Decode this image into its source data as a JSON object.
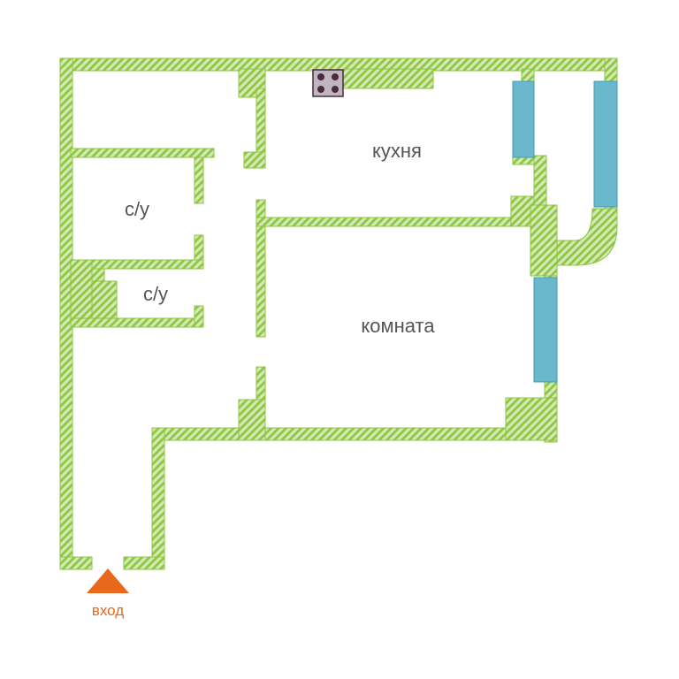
{
  "plan": {
    "rooms": {
      "kitchen": "кухня",
      "room": "комната",
      "bathroom_1": "с/у",
      "bathroom_2": "с/у"
    },
    "entrance": "вход"
  },
  "colors": {
    "wall_fill": "#d3e8b2",
    "wall_hatch": "#8cc63f",
    "window": "#6bb8cc",
    "window_edge": "#3f9db6",
    "entrance_marker": "#e8681c",
    "stove_body": "#bfb6c2",
    "stove_burner": "#4a2b3a"
  },
  "icons": {
    "stove": "stove-icon",
    "entrance": "entrance-arrow-icon"
  }
}
